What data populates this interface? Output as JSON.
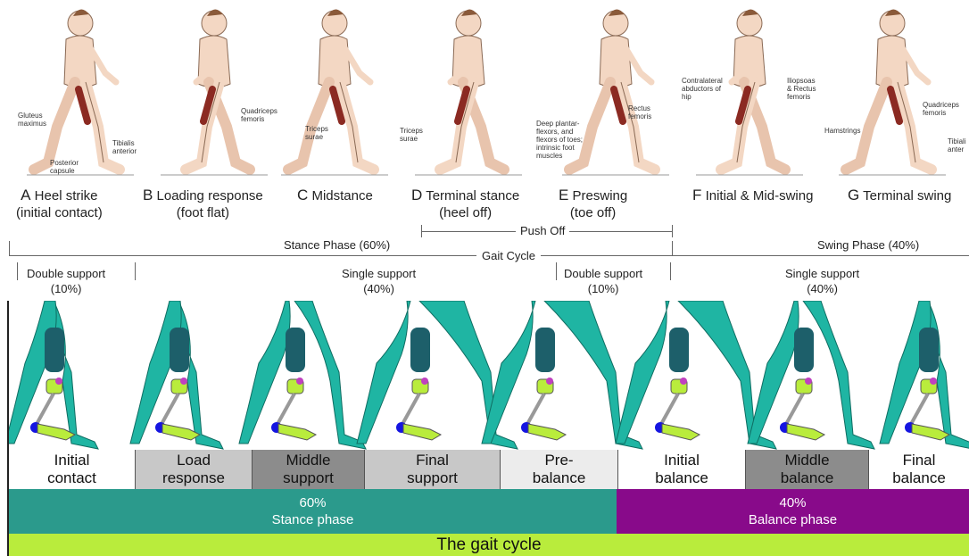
{
  "top_figure": {
    "phases": [
      {
        "letter": "A",
        "name": "Heel strike",
        "sub": "(initial contact)"
      },
      {
        "letter": "B",
        "name": "Loading response",
        "sub": "(foot flat)"
      },
      {
        "letter": "C",
        "name": "Midstance",
        "sub": ""
      },
      {
        "letter": "D",
        "name": "Terminal stance",
        "sub": "(heel off)"
      },
      {
        "letter": "E",
        "name": "Preswing",
        "sub": "(toe off)"
      },
      {
        "letter": "F",
        "name": "Initial & Mid-swing",
        "sub": ""
      },
      {
        "letter": "G",
        "name": "Terminal swing",
        "sub": ""
      }
    ],
    "muscles": {
      "gluteus": "Gluteus\nmaximus",
      "posterior_capsule": "Posterior\ncapsule",
      "tibialis_a": "Tibialis\nanterior",
      "quadriceps_b": "Quadriceps\nfemoris",
      "triceps_c": "Triceps\nsurae",
      "triceps_d": "Triceps\nsurae",
      "deep_plantar": "Deep plantar-\nflexors, and\nflexors of toes;\nintrinsic foot\nmuscles",
      "rectus_e": "Rectus\nfemoris",
      "contralateral": "Contralateral\nabductors of\nhip",
      "iliopsoas": "Iliopsoas\n& Rectus\nfemoris",
      "hamstrings": "Hamstrings",
      "quadriceps_g": "Quadriceps\nfemoris",
      "tibialis_g": "Tibiali\nanter"
    },
    "push_off": "Push Off",
    "stance_phase": "Stance Phase (60%)",
    "swing_phase": "Swing Phase (40%)",
    "gait_cycle": "Gait Cycle",
    "supports": [
      {
        "label": "Double support",
        "pct": "(10%)"
      },
      {
        "label": "Single support",
        "pct": "(40%)"
      },
      {
        "label": "Double support",
        "pct": "(10%)"
      },
      {
        "label": "Single support",
        "pct": "(40%)"
      }
    ]
  },
  "bottom_figure": {
    "stages": [
      {
        "line1": "Initial",
        "line2": "contact",
        "color": "#ffffff"
      },
      {
        "line1": "Load",
        "line2": "response",
        "color": "#c8c8c8"
      },
      {
        "line1": "Middle",
        "line2": "support",
        "color": "#8c8c8c"
      },
      {
        "line1": "Final",
        "line2": "support",
        "color": "#c8c8c8"
      },
      {
        "line1": "Pre-",
        "line2": "balance",
        "color": "#ececec"
      },
      {
        "line1": "Initial",
        "line2": "balance",
        "color": "#ffffff"
      },
      {
        "line1": "Middle",
        "line2": "balance",
        "color": "#8c8c8c"
      },
      {
        "line1": "Final",
        "line2": "balance",
        "color": "#ffffff"
      }
    ],
    "stance": {
      "pct": "60%",
      "label": "Stance phase",
      "color": "#2b9a8c"
    },
    "balance": {
      "pct": "40%",
      "label": "Balance phase",
      "color": "#880a8a"
    },
    "cycle": {
      "label": "The gait cycle",
      "color": "#b9ec3c"
    },
    "colors": {
      "leg": "#1fb5a3",
      "thigh_dark": "#1d5f6a",
      "prosthetic_foot": "#b9ec3c",
      "knee_joint": "#c040c0",
      "ankle_joint": "#1515e0"
    }
  }
}
